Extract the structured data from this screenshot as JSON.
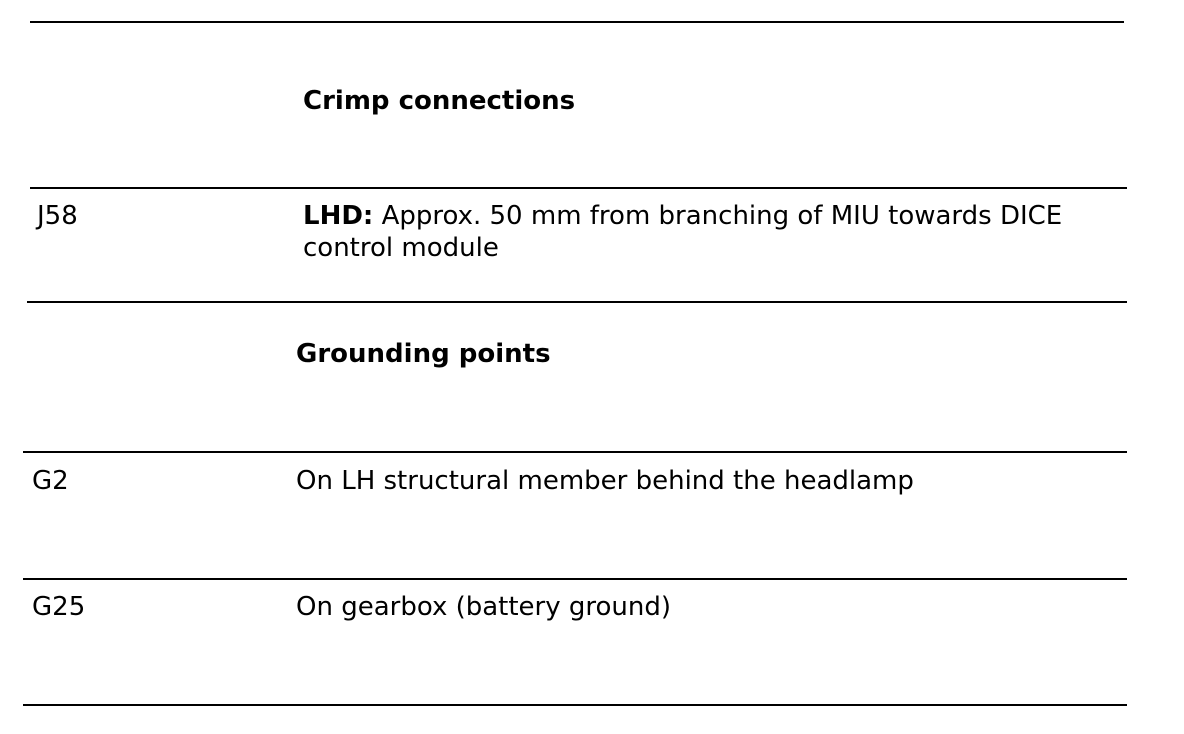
{
  "sections": [
    {
      "heading": "Crimp connections",
      "rows": [
        {
          "code": "J58",
          "label": "LHD:",
          "description": "Approx. 50 mm from branching of MIU towards DICE control module"
        }
      ]
    },
    {
      "heading": "Grounding points",
      "rows": [
        {
          "code": "G2",
          "description": "On LH structural member behind the headlamp"
        },
        {
          "code": "G25",
          "description": "On gearbox (battery ground)"
        }
      ]
    }
  ]
}
